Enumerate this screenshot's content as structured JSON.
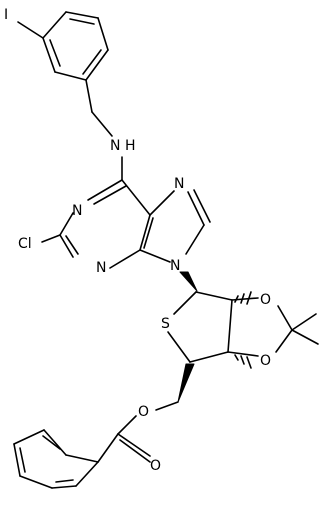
{
  "molecule": {
    "atoms": {
      "iodine": "I",
      "amine_n": "N",
      "amine_h": "H",
      "n_top_right": "N",
      "n_left_ring": "N",
      "n_bottom_ring": "N",
      "n_ribose": "N",
      "chlorine": "Cl",
      "sulfur": "S",
      "o_upper_dioxolane": "O",
      "o_lower_dioxolane": "O",
      "o_ester": "O",
      "o_carbonyl": "O"
    }
  }
}
